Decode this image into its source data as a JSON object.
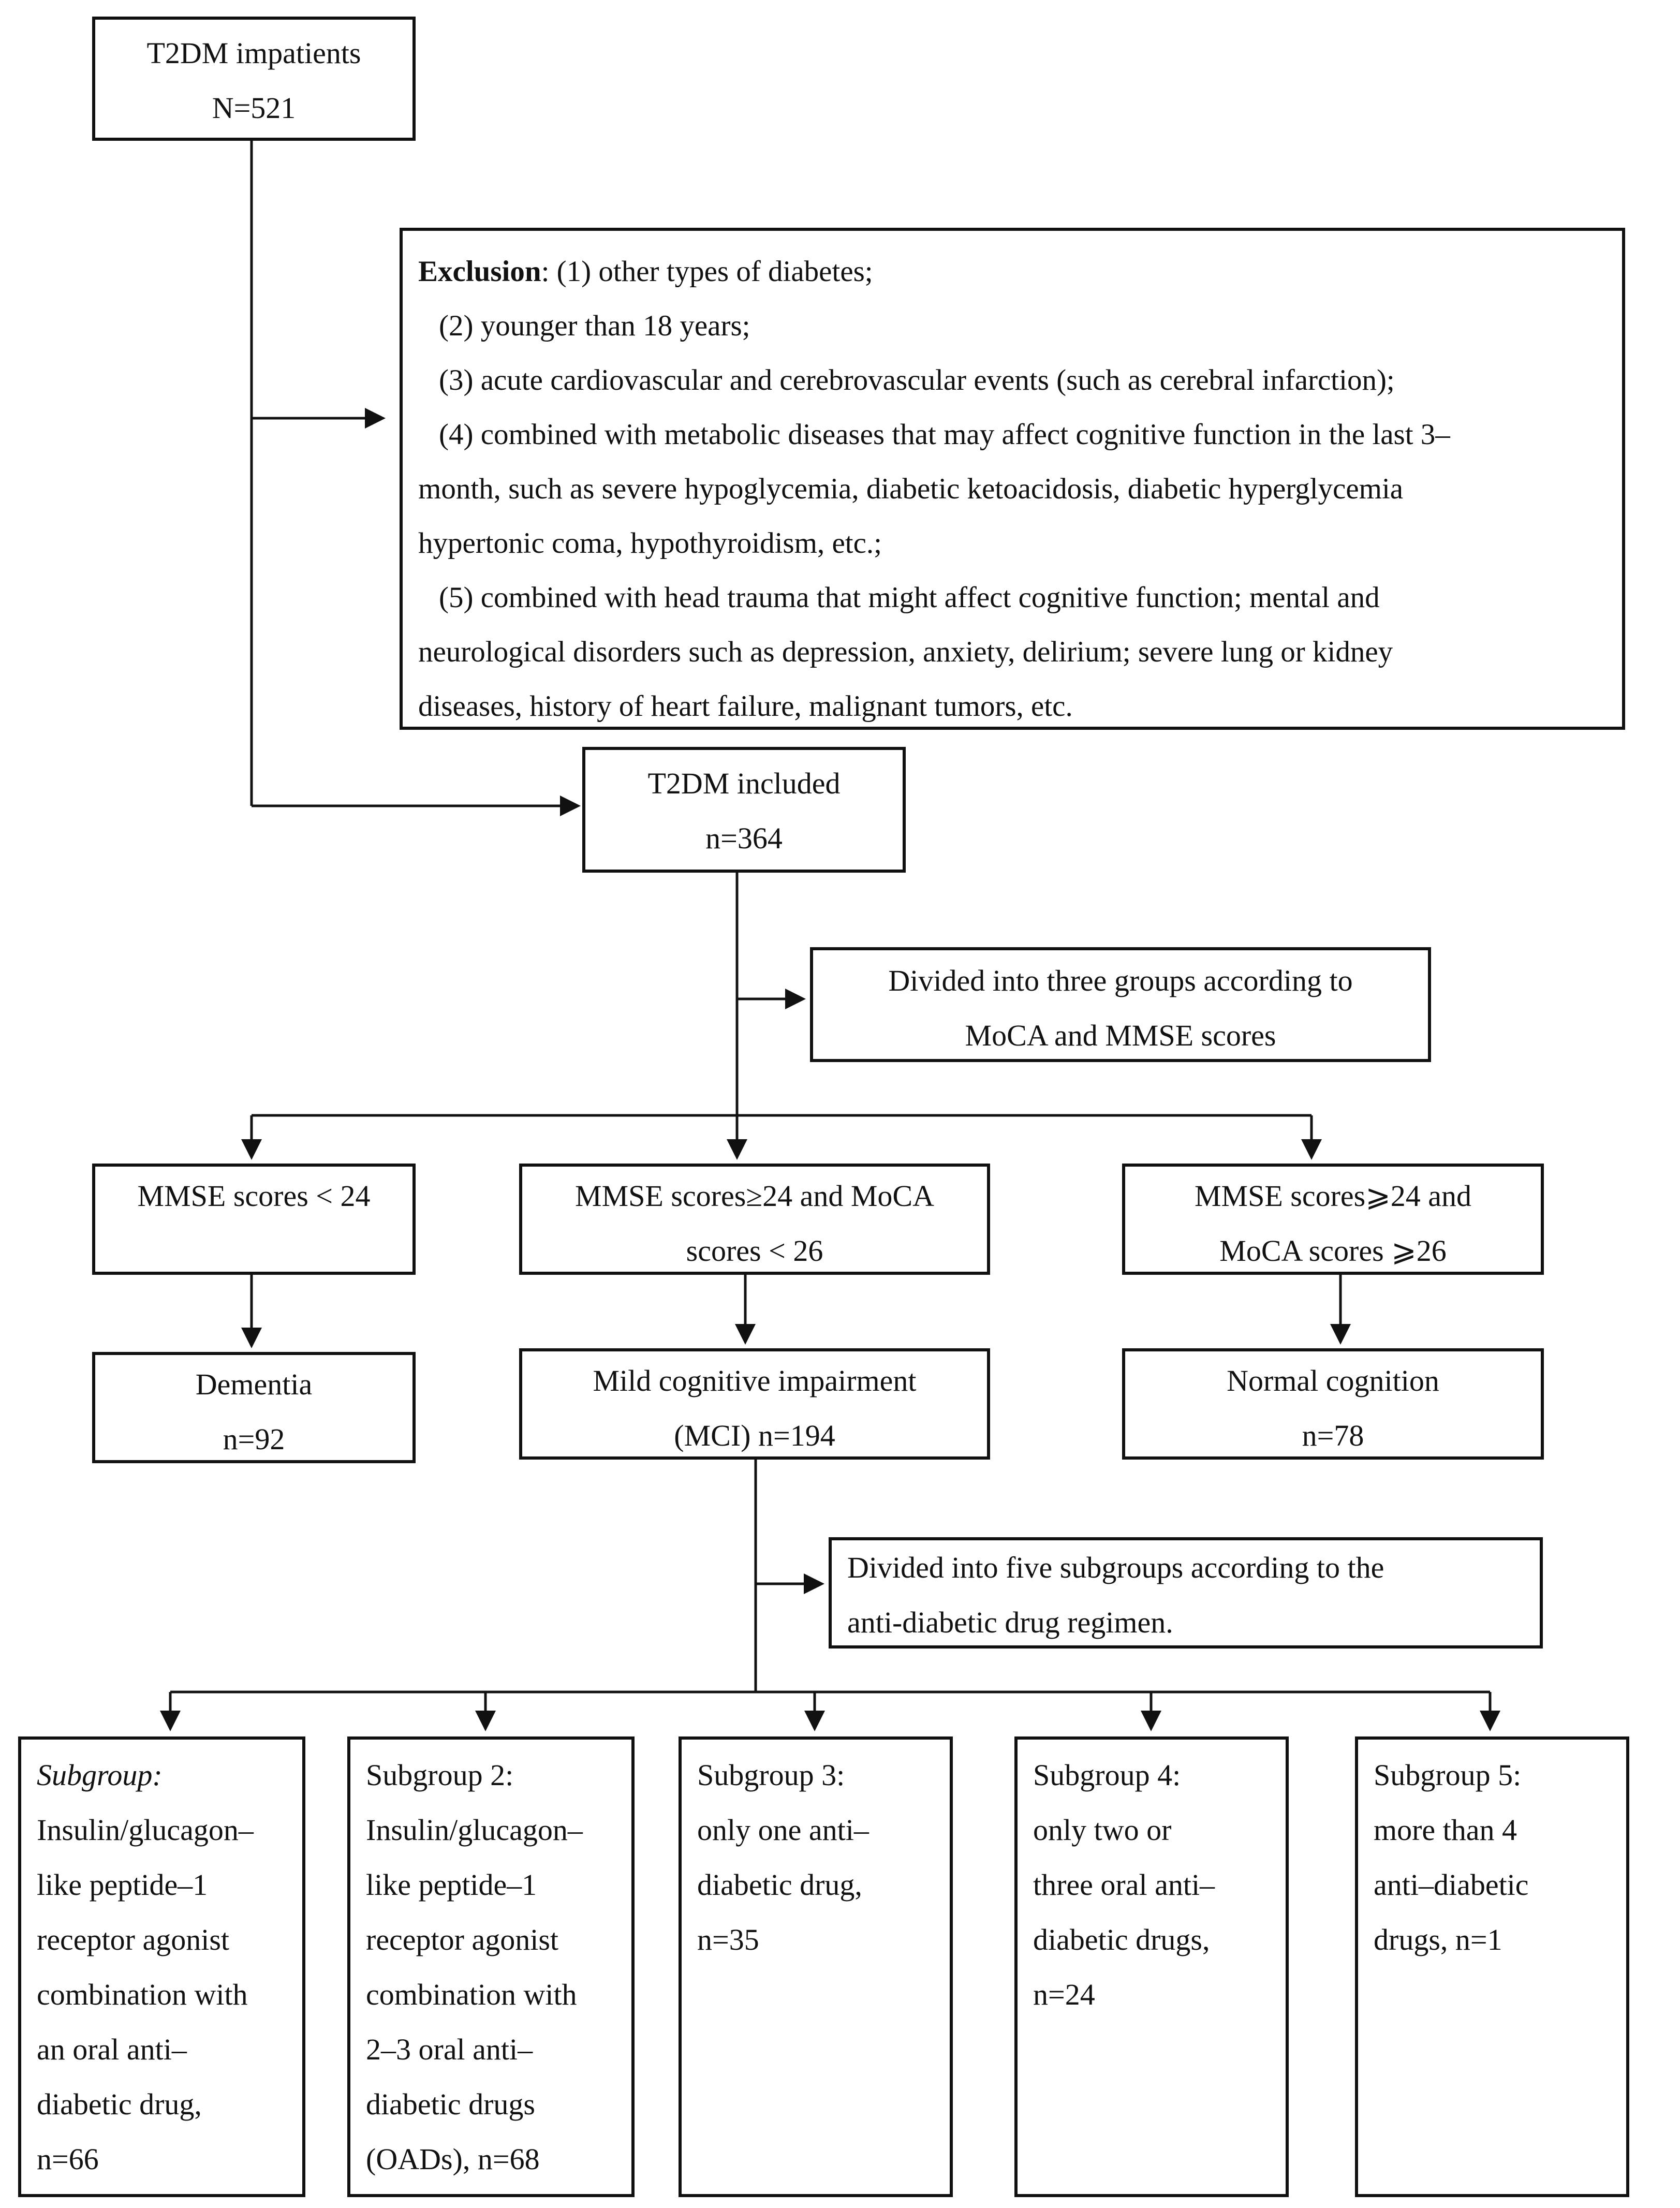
{
  "flowchart": {
    "top": {
      "title": "T2DM impatients",
      "n": "N=521"
    },
    "exclusion": {
      "label": "Exclusion",
      "lines": [
        ": (1) other types of diabetes;",
        "(2) younger than 18 years;",
        "(3) acute cardiovascular and cerebrovascular events (such as cerebral infarction);",
        "(4) combined with metabolic diseases that may affect cognitive function in the last 3–",
        "month, such as severe hypoglycemia, diabetic ketoacidosis, diabetic hyperglycemia",
        "hypertonic coma, hypothyroidism, etc.;",
        "(5) combined with head trauma that might affect cognitive function; mental and",
        "neurological disorders such as depression, anxiety, delirium; severe lung or kidney",
        "diseases, history of heart failure, malignant tumors, etc."
      ]
    },
    "included": {
      "title": "T2DM included",
      "n": "n=364"
    },
    "divide3": {
      "lines": [
        "Divided into three groups according to",
        "MoCA and MMSE scores"
      ]
    },
    "criteria": {
      "dementia": {
        "lines": [
          "MMSE scores < 24"
        ]
      },
      "mci": {
        "lines": [
          "MMSE scores≥24 and MoCA",
          "scores < 26"
        ]
      },
      "normal": {
        "lines": [
          "MMSE scores⩾24 and",
          "MoCA scores  ⩾26"
        ]
      }
    },
    "outcomes": {
      "dementia": {
        "lines": [
          "Dementia",
          "n=92"
        ]
      },
      "mci": {
        "lines": [
          "Mild cognitive impairment",
          "(MCI) n=194"
        ]
      },
      "normal": {
        "lines": [
          "Normal cognition",
          "n=78"
        ]
      }
    },
    "divide5": {
      "lines": [
        "Divided into five subgroups according to the",
        "anti-diabetic drug regimen."
      ]
    },
    "subgroups": [
      {
        "lines": [
          "Subgroup:",
          "Insulin/glucagon–",
          "like peptide–1",
          "receptor agonist",
          "combination with",
          "an oral anti–",
          "diabetic drug,",
          "n=66"
        ]
      },
      {
        "lines": [
          "Subgroup 2:",
          "Insulin/glucagon–",
          "like peptide–1",
          "receptor agonist",
          "combination with",
          "2–3 oral anti–",
          "diabetic drugs",
          "(OADs), n=68"
        ]
      },
      {
        "lines": [
          "Subgroup 3:",
          "only one anti–",
          "diabetic drug,",
          "n=35"
        ]
      },
      {
        "lines": [
          "Subgroup 4:",
          "only two or",
          "three oral anti–",
          "diabetic drugs,",
          "n=24"
        ]
      },
      {
        "lines": [
          "Subgroup 5:",
          "more than 4",
          "anti–diabetic",
          "drugs, n=1"
        ]
      }
    ]
  }
}
